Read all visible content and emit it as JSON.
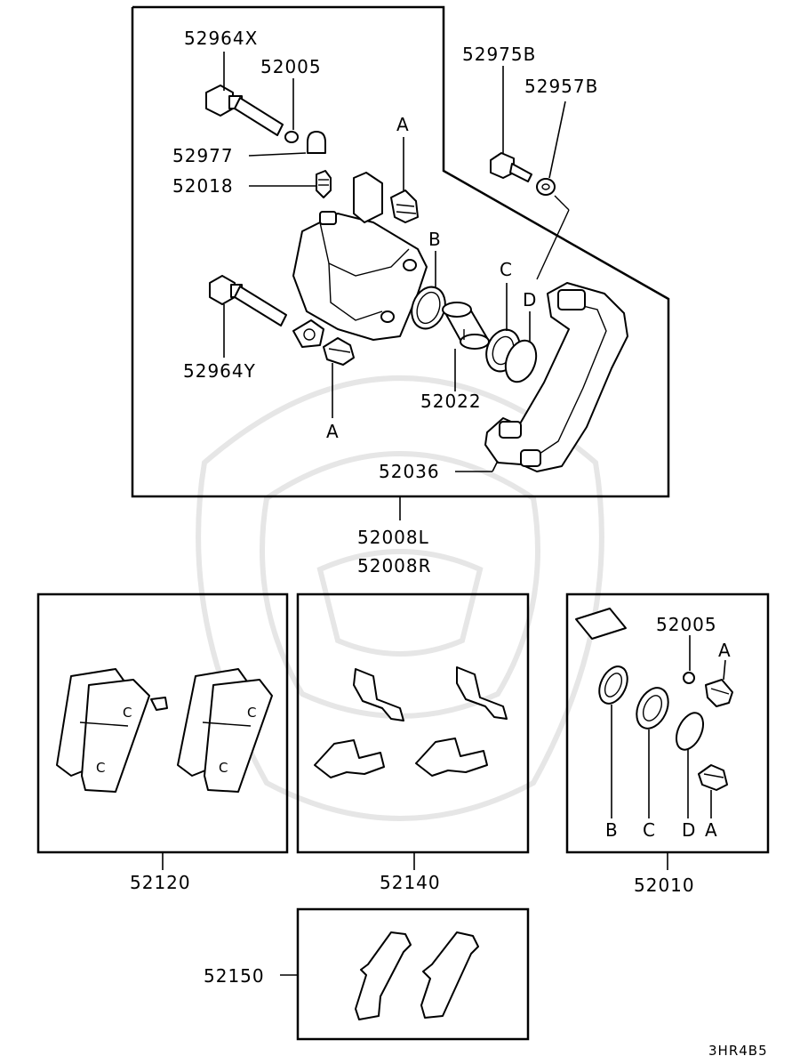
{
  "main_assembly": {
    "labels": {
      "p52964X": "52964X",
      "p52005": "52005",
      "p52977": "52977",
      "p52018": "52018",
      "p52964Y": "52964Y",
      "p52022": "52022",
      "p52975B": "52975B",
      "p52957B": "52957B",
      "p52036": "52036",
      "refA1": "A",
      "refA2": "A",
      "refB": "B",
      "refC": "C",
      "refD": "D"
    },
    "part_left": "52008L",
    "part_right": "52008R"
  },
  "pads_box": {
    "part": "52120"
  },
  "clips_box": {
    "part": "52140"
  },
  "seal_kit_box": {
    "part": "52010",
    "labels": {
      "p52005": "52005",
      "refA_top": "A",
      "refB": "B",
      "refC": "C",
      "refD": "D",
      "refA_bottom": "A"
    }
  },
  "shim_box": {
    "part": "52150"
  },
  "diagram_code": "3HR4B5"
}
